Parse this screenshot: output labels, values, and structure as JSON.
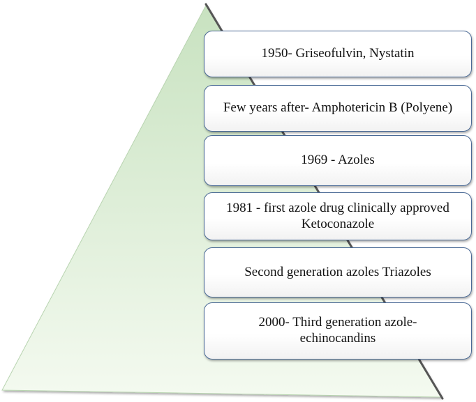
{
  "diagram": {
    "boxes": [
      {
        "text": "1950- Griseofulvin, Nystatin"
      },
      {
        "text": "Few years after- Amphotericin B (Polyene)"
      },
      {
        "text": "1969 - Azoles"
      },
      {
        "text": "1981 - first azole drug clinically approved\nKetoconazole"
      },
      {
        "text": "Second generation azoles  Triazoles"
      },
      {
        "text": "2000- Third generation azole-\nechinocandins"
      }
    ],
    "colors": {
      "pyramid_top": "#c8e2c0",
      "pyramid_bottom": "#f4faf0",
      "pyramid_edge": "#555555",
      "box_border": "#4a6a96",
      "text": "#111111"
    }
  }
}
